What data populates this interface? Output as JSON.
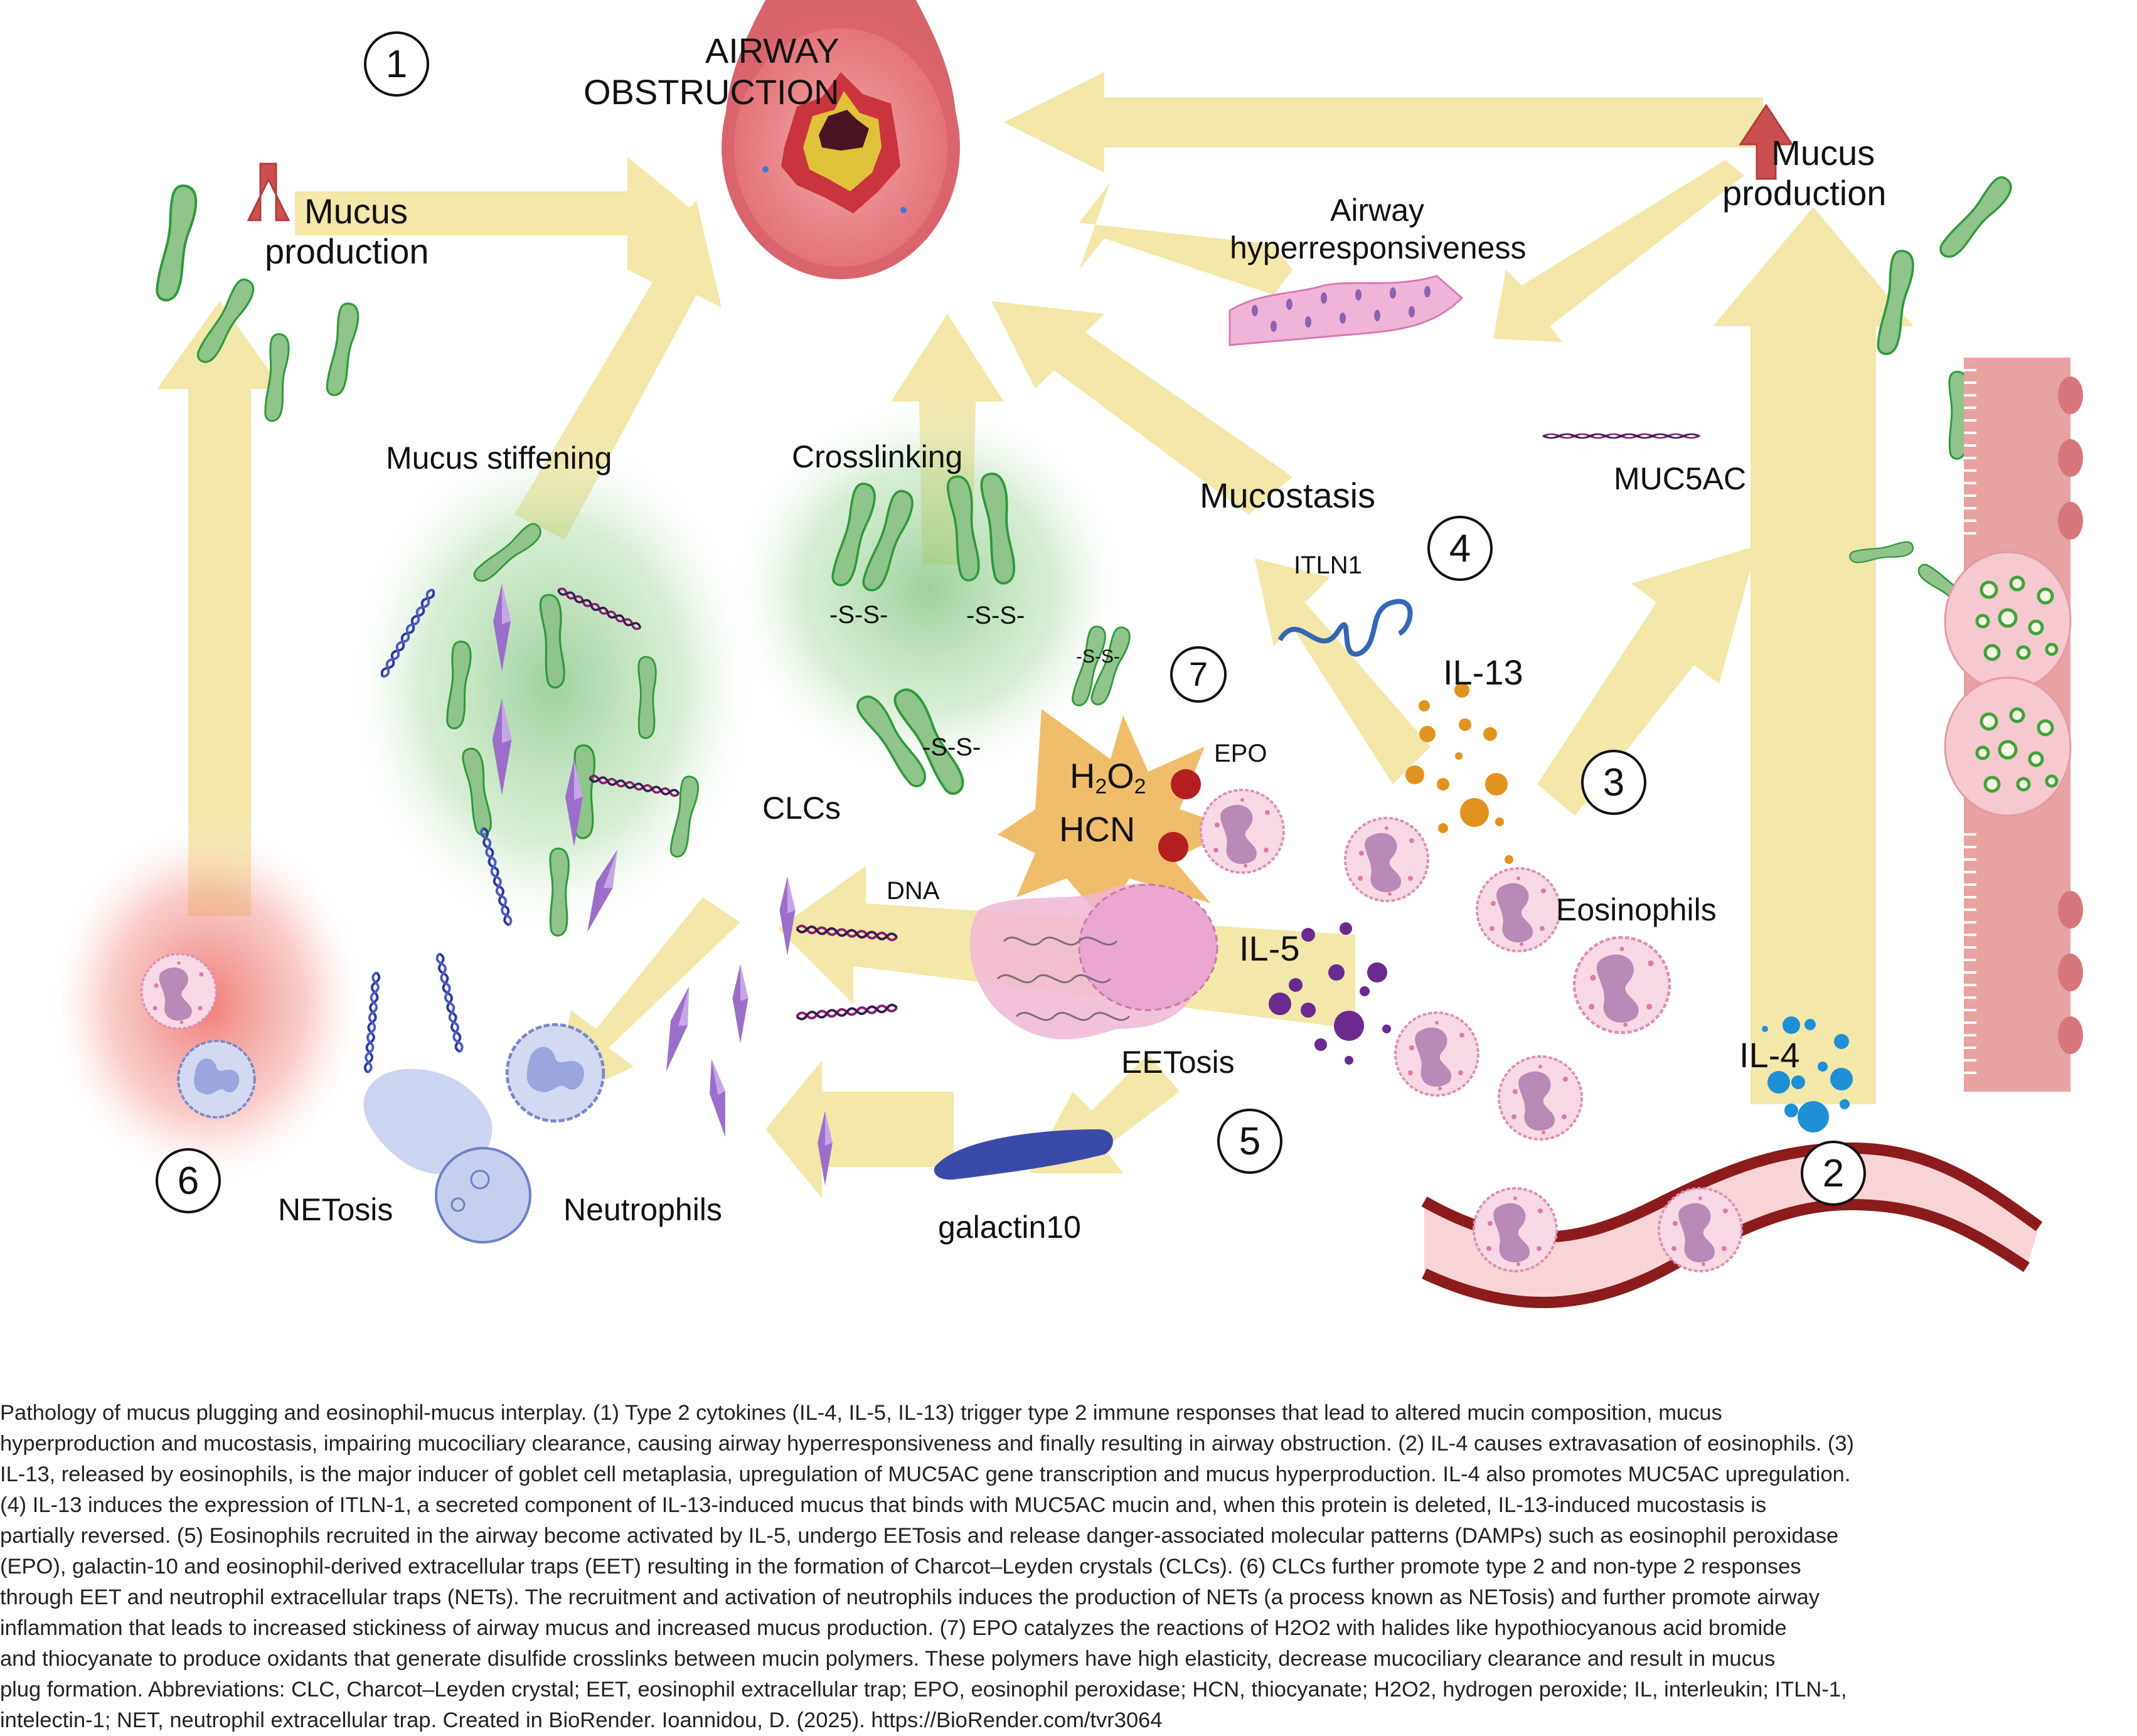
{
  "figure": {
    "title_label": "AIRWAY OBSTRUCTION",
    "title_lines": [
      "AIRWAY",
      "OBSTRUCTION"
    ],
    "step_numbers": [
      "1",
      "2",
      "3",
      "4",
      "5",
      "6",
      "7"
    ],
    "labels": {
      "mucus_production_left": [
        "Mucus",
        "production"
      ],
      "mucus_production_right": [
        "Mucus",
        "production"
      ],
      "airway_hyperresponsiveness": [
        "Airway",
        "hyperresponsiveness"
      ],
      "mucus_stiffening": "Mucus stiffening",
      "crosslinking": "Crosslinking",
      "mucostasis": "Mucostasis",
      "itln1": "ITLN1",
      "muc5ac": "MUC5AC",
      "il13": "IL-13",
      "il5": "IL-5",
      "il4": "IL-4",
      "epo": "EPO",
      "h2o2_main": "H",
      "h2o2_sub1": "2",
      "h2o2_mid": "O",
      "h2o2_sub2": "2",
      "hcn": "HCN",
      "clcs": "CLCs",
      "dna": "DNA",
      "eetosis": "EETosis",
      "eosinophils": "Eosinophils",
      "galactin10": "galactin10",
      "netosis": "NETosis",
      "neutrophils": "Neutrophils",
      "disulfide_bond": "-S-S-"
    },
    "icons": [
      "airway-cross-section",
      "mucin-polymer",
      "increase-arrow",
      "smooth-muscle-cells",
      "goblet-cell-epithelium",
      "dna-helix",
      "charcot-leyden-crystal",
      "eosinophil",
      "neutrophil",
      "blood-vessel",
      "cytokine-particles",
      "itln1-protein",
      "galectin10-protein",
      "oxidant-burst",
      "netosis-cell"
    ],
    "colors": {
      "arrow": "#f3e7a9",
      "mucin_fill": "#8fc48a",
      "mucin_stroke": "#2e9a3a",
      "airway": "#e0707a",
      "increase_arrow": "#c9504f",
      "il13": "#e0931e",
      "il5": "#6a2a8f",
      "il4": "#1f8fd6",
      "epo": "#b3201f",
      "crystal": "#9b6fc9",
      "eosinophil": "#f6d4e3",
      "neutrophil": "#c5cdee",
      "itln1": "#3566b5",
      "galactin": "#3a4aa8",
      "burst": "#f0bd6a"
    }
  },
  "caption": {
    "lines": [
      "Pathology of mucus plugging and eosinophil-mucus interplay. (1) Type 2 cytokines (IL-4, IL-5, IL-13) trigger type 2 immune responses that lead to altered mucin composition, mucus",
      "hyperproduction and mucostasis, impairing mucociliary clearance, causing airway hyperresponsiveness and finally resulting in airway obstruction. (2) IL-4 causes extravasation of eosinophils. (3)",
      "IL-13, released by eosinophils, is the major inducer of goblet cell metaplasia, upregulation of MUC5AC gene transcription and mucus hyperproduction. IL-4 also promotes MUC5AC upregulation.",
      "(4) IL-13 induces the expression of ITLN-1, a secreted component of IL-13-induced mucus that binds with MUC5AC mucin and, when this protein is deleted, IL-13-induced mucostasis is",
      "partially reversed. (5) Eosinophils recruited in the airway become activated by IL-5, undergo EETosis and release danger-associated molecular patterns (DAMPs) such as eosinophil peroxidase",
      "(EPO), galactin-10 and eosinophil-derived extracellular traps (EET) resulting in the formation of Charcot–Leyden crystals (CLCs). (6) CLCs further promote type 2 and non-type 2 responses",
      "through EET and neutrophil extracellular traps (NETs). The recruitment and activation of neutrophils induces the production of NETs (a process known as NETosis) and further promote airway",
      "inflammation that leads to increased stickiness of airway mucus and increased mucus production. (7) EPO catalyzes the reactions of H2O2 with halides like hypothiocyanous acid bromide",
      "and thiocyanate to produce oxidants that generate disulfide crosslinks between mucin polymers. These polymers have high elasticity, decrease mucociliary clearance and result in mucus",
      "plug formation. Abbreviations: CLC, Charcot–Leyden crystal; EET, eosinophil extracellular trap; EPO, eosinophil peroxidase; HCN, thiocyanate; H2O2, hydrogen peroxide; IL, interleukin; ITLN-1,",
      "intelectin-1; NET, neutrophil extracellular trap. Created in BioRender. Ioannidou, D. (2025). https://BioRender.com/tvr3064"
    ]
  }
}
